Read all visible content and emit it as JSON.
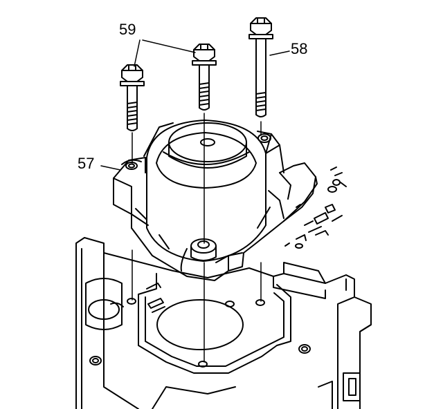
{
  "callouts": {
    "bolts_short": "59",
    "bolt_long": "58",
    "accumulator_cover": "57"
  },
  "colors": {
    "line": "#000000",
    "background": "#ffffff"
  }
}
